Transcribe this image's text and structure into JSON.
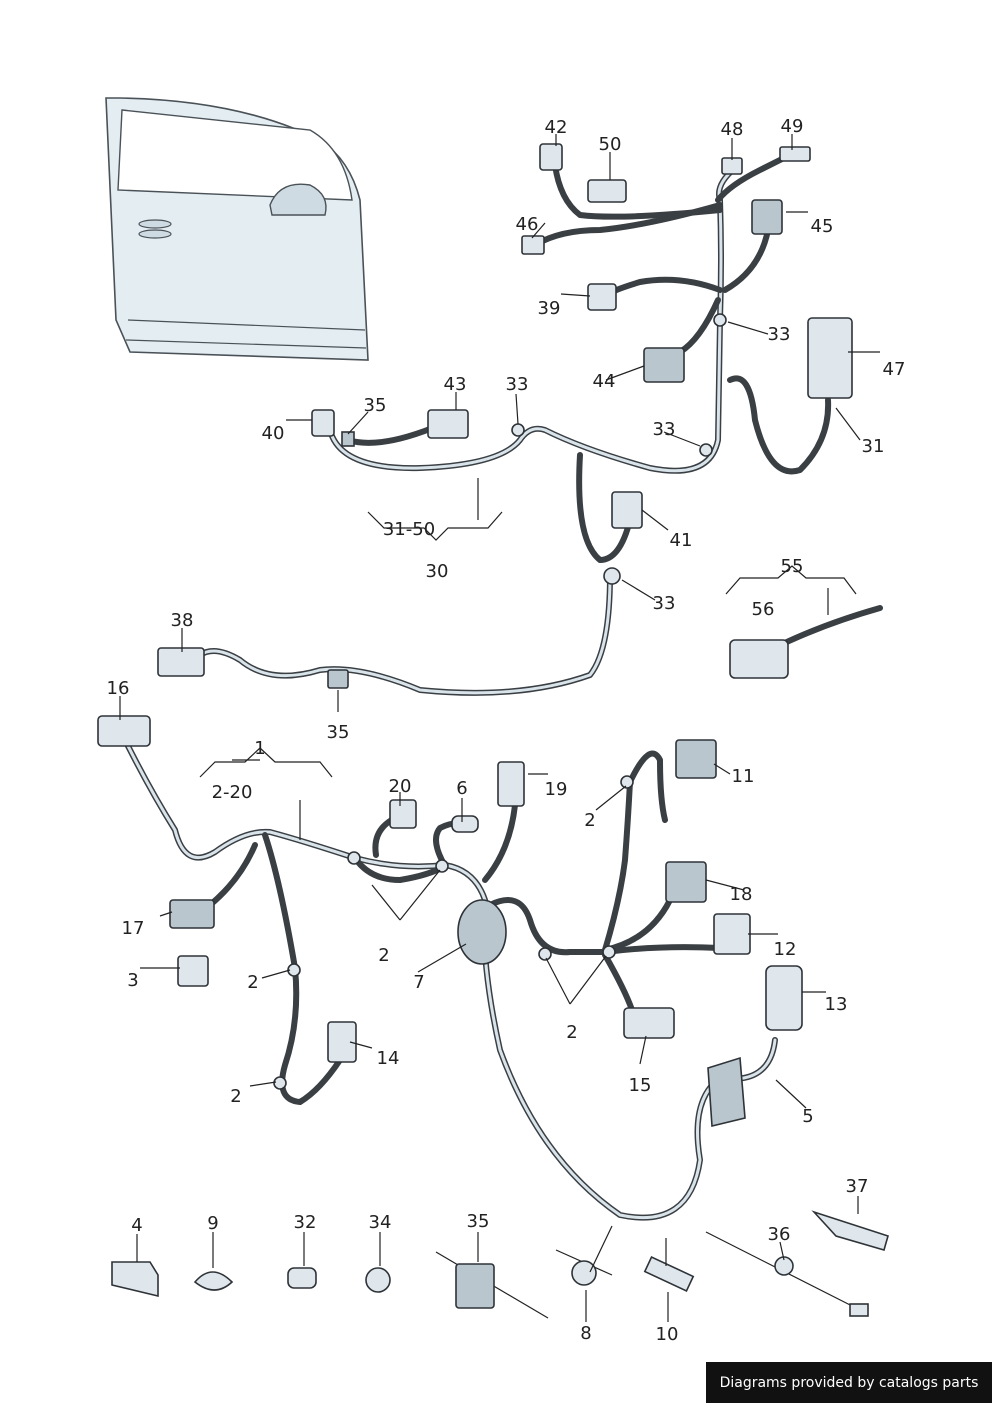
{
  "labels": {
    "l1": "1",
    "l2_20": "2-20",
    "l2a": "2",
    "l2b": "2",
    "l2c": "2",
    "l2d": "2",
    "l2e": "2",
    "l3": "3",
    "l4": "4",
    "l5": "5",
    "l6": "6",
    "l7": "7",
    "l8": "8",
    "l9": "9",
    "l10": "10",
    "l11": "11",
    "l12": "12",
    "l13": "13",
    "l14": "14",
    "l15": "15",
    "l16": "16",
    "l17": "17",
    "l18": "18",
    "l19": "19",
    "l20": "20",
    "l30": "30",
    "l31_50": "31-50",
    "l31": "31",
    "l32": "32",
    "l33a": "33",
    "l33b": "33",
    "l33c": "33",
    "l33d": "33",
    "l34": "34",
    "l35a": "35",
    "l35b": "35",
    "l35c": "35",
    "l36": "36",
    "l37": "37",
    "l38": "38",
    "l39": "39",
    "l40": "40",
    "l41": "41",
    "l42": "42",
    "l43": "43",
    "l44": "44",
    "l45": "45",
    "l46": "46",
    "l47": "47",
    "l48": "48",
    "l49": "49",
    "l50": "50",
    "l55": "55",
    "l56": "56"
  },
  "credit": "Diagrams provided by catalogs parts"
}
